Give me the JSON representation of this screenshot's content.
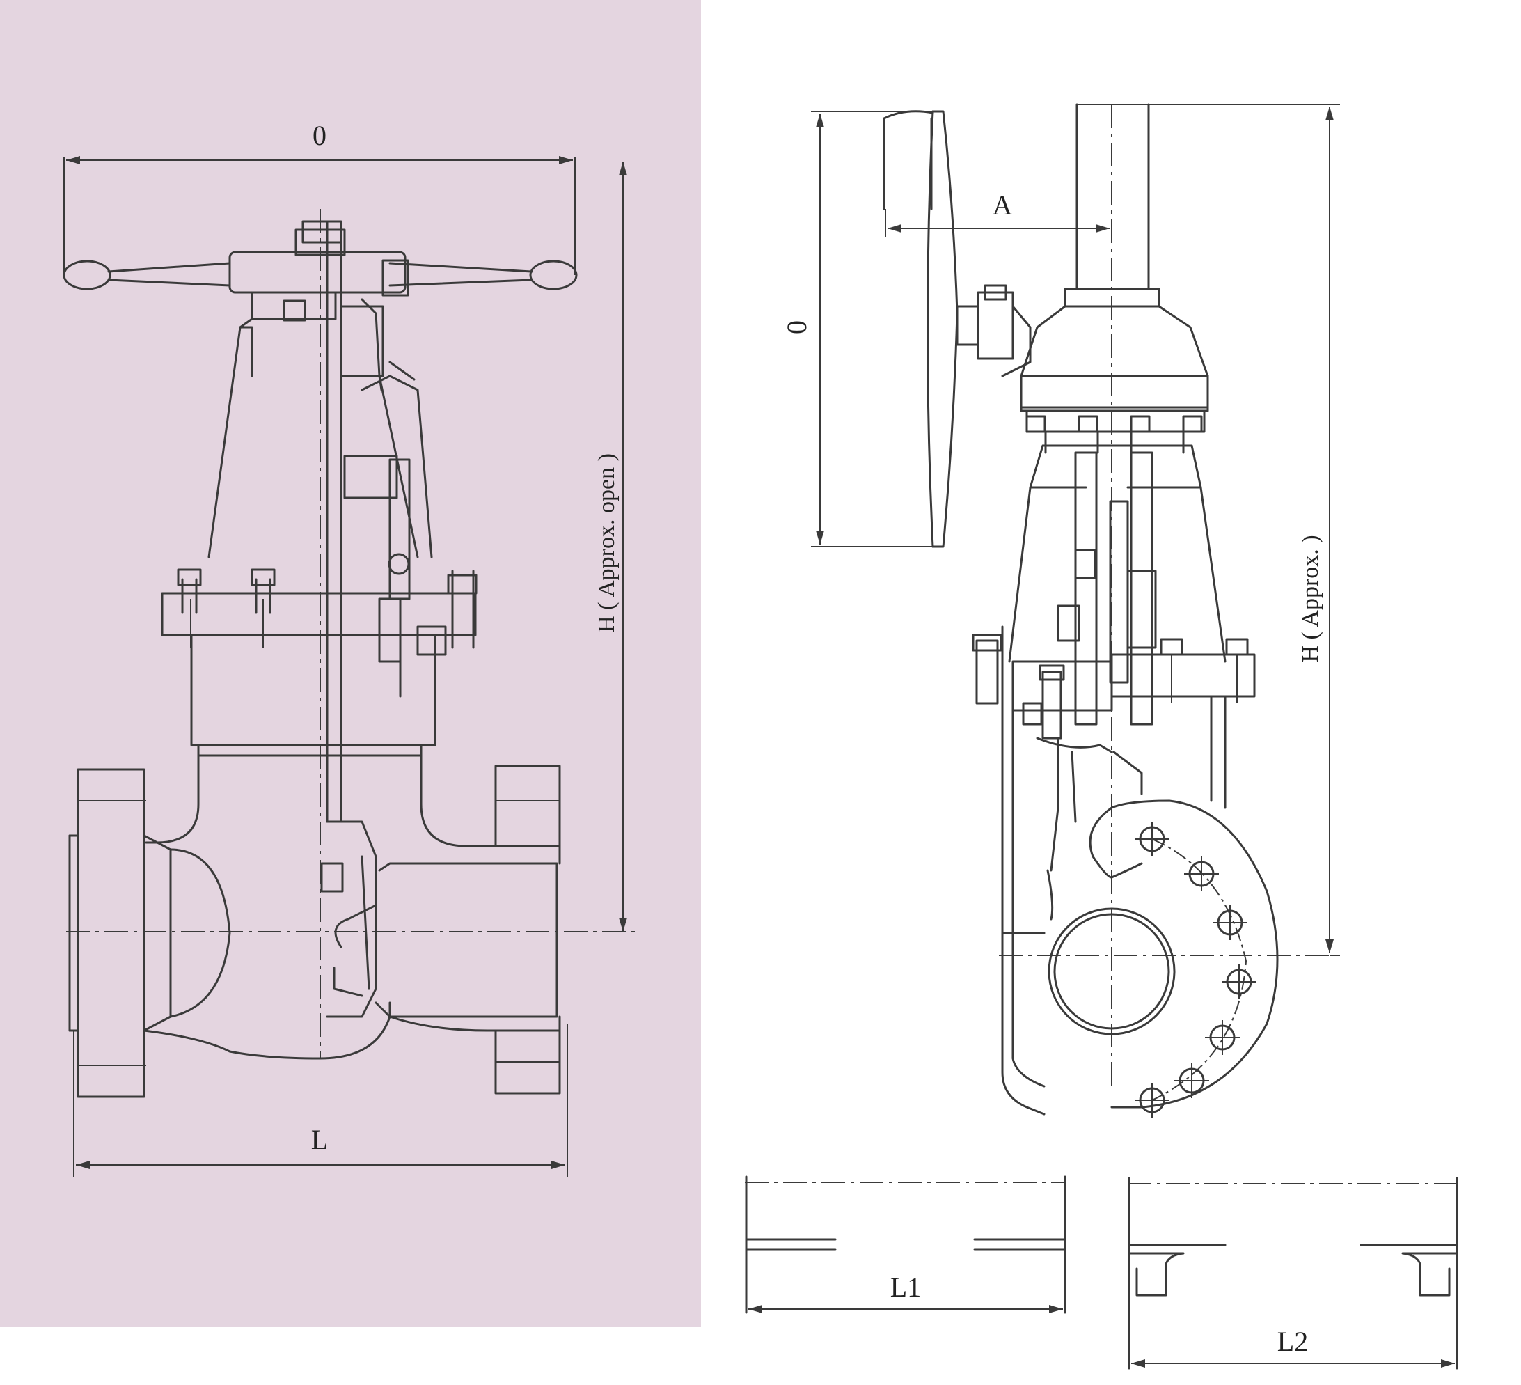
{
  "panel_color": "#e4d5e0",
  "line_color": "#3a3a3a",
  "left_view": {
    "label_O": "0",
    "label_L": "L",
    "label_H": "H ( Approx. open )"
  },
  "right_view": {
    "label_A": "A",
    "label_O": "0",
    "label_H": "H ( Approx. )"
  },
  "end_views": {
    "label_L1": "L1",
    "label_L2": "L2"
  }
}
